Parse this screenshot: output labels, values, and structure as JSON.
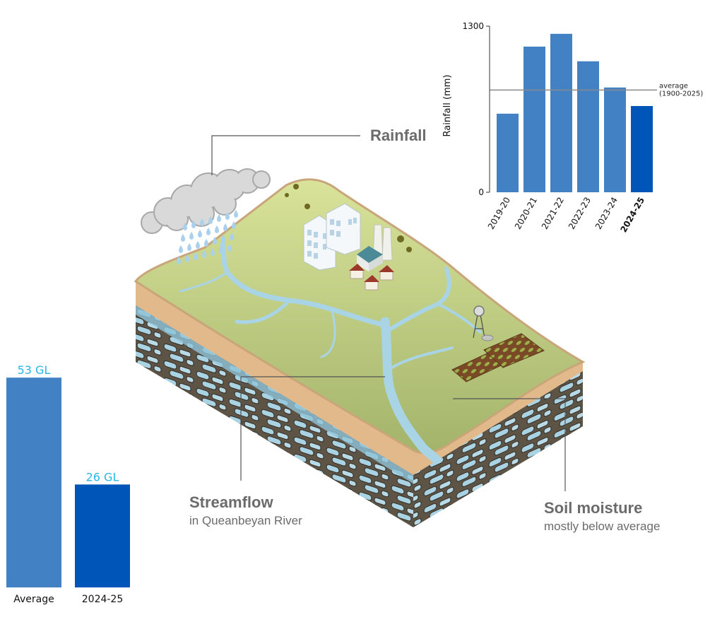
{
  "diagram": {
    "rainfall_label": "Rainfall",
    "streamflow_label": "Streamflow",
    "streamflow_sublabel": "in Queanbeyan River",
    "soil_label": "Soil moisture",
    "soil_sublabel": "mostly below average"
  },
  "chart_data": [
    {
      "type": "bar",
      "title": "",
      "xlabel": "",
      "ylabel": "Rainfall (mm)",
      "ylim": [
        0,
        1300
      ],
      "yticks": [
        "0",
        "1300"
      ],
      "categories": [
        "2019-20",
        "2020-21",
        "2021-22",
        "2022-23",
        "2023-24",
        "2024-25"
      ],
      "values": [
        615,
        1140,
        1240,
        1025,
        820,
        675
      ],
      "highlight_category": "2024-25",
      "reference_value": 800,
      "reference_label": "average (1900-2025)",
      "reference_label_lines": [
        "average",
        "(1900-2025)"
      ],
      "colors": {
        "normal": "#4281c3",
        "highlight": "#0055b8",
        "reference": "#8a8a8a"
      }
    },
    {
      "type": "bar",
      "title": "",
      "xlabel": "",
      "ylabel": "",
      "categories": [
        "Average",
        "2024-25"
      ],
      "values": [
        53,
        26
      ],
      "units": "GL",
      "data_labels": [
        "53 GL",
        "26 GL"
      ],
      "colors": {
        "bars": [
          "#4281c3",
          "#0055b8"
        ],
        "labels": "#29b6e6"
      }
    }
  ]
}
